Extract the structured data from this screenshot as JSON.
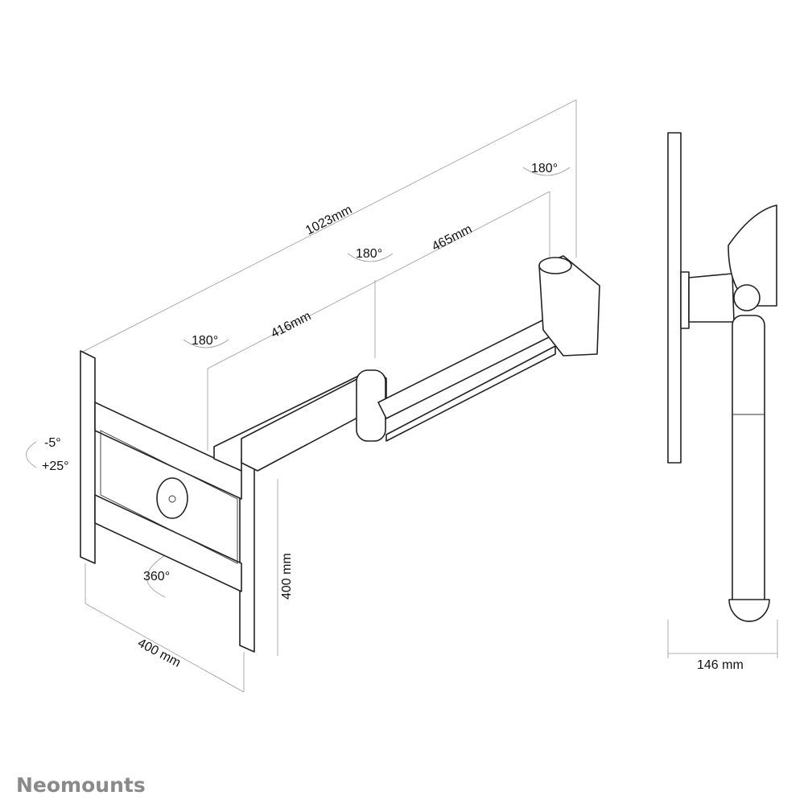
{
  "labels": {
    "overall_length": "1023mm",
    "arm_outer_length": "465mm",
    "arm_inner_length": "416mm",
    "swivel_wall": "180°",
    "swivel_middle": "180°",
    "swivel_screen": "180°",
    "tilt_up": "-5°",
    "tilt_down": "+25°",
    "rotation": "360°",
    "vesa_width": "400 mm",
    "vesa_height": "400 mm",
    "depth": "146 mm"
  },
  "brand": {
    "name": "Neomounts",
    "color": "#8a8a8a"
  }
}
